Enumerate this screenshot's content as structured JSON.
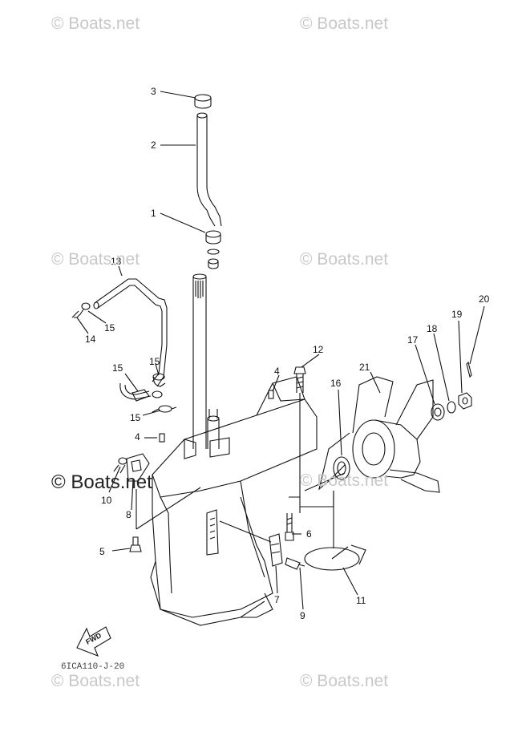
{
  "callouts": {
    "c1": "1",
    "c2": "2",
    "c3": "3",
    "c4a": "4",
    "c4b": "4",
    "c5": "5",
    "c6": "6",
    "c7": "7",
    "c8": "8",
    "c9": "9",
    "c10": "10",
    "c11": "11",
    "c12": "12",
    "c13": "13",
    "c14": "14",
    "c15a": "15",
    "c15b": "15",
    "c15c": "15",
    "c15d": "15",
    "c16": "16",
    "c17": "17",
    "c18": "18",
    "c19": "19",
    "c20": "20",
    "c21": "21"
  },
  "watermark": {
    "light": "© Boats.net",
    "dark": "© Boats.net"
  },
  "fwd_label": "FWD",
  "diagram_code": "6ICA110-J-20",
  "colors": {
    "line": "#111111",
    "watermark": "#c8c8c8"
  }
}
